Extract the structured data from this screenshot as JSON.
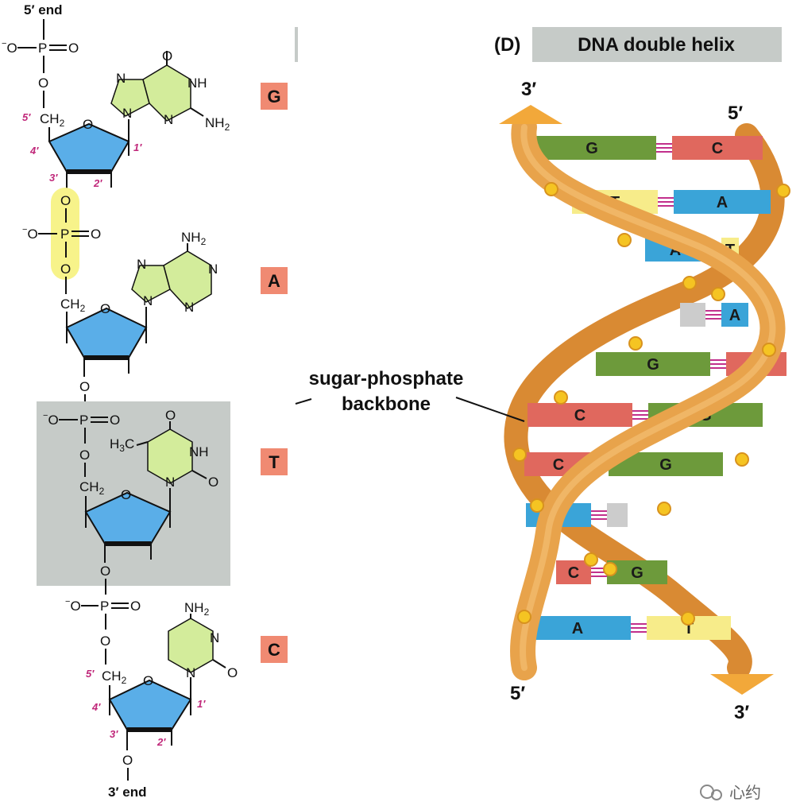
{
  "strand": {
    "five_end": "5′ end",
    "three_end": "3′ end",
    "o_minus": "O",
    "minus": "−",
    "p": "P",
    "o": "O",
    "ch2": "CH",
    "ch2_sub": "2",
    "ring_o": "O",
    "n": "N",
    "nh": "NH",
    "nh2": "NH",
    "nh2_sub": "2",
    "h3c": "H",
    "h3c_sub": "3",
    "h3c_c": "C",
    "carbon_labels": {
      "c5": "5′",
      "c4": "4′",
      "c3": "3′",
      "c2": "2′",
      "c1": "1′"
    }
  },
  "bases": [
    "G",
    "A",
    "T",
    "C"
  ],
  "panel": {
    "letter": "(D)",
    "title": "DNA double helix"
  },
  "helix": {
    "top_left": "3′",
    "top_right": "5′",
    "bottom_left": "5′",
    "bottom_right": "3′",
    "pairs": [
      {
        "left": "G",
        "right": "C"
      },
      {
        "left": "T",
        "right": "A"
      },
      {
        "left": "A",
        "right": "T"
      },
      {
        "left": "",
        "right": "A"
      },
      {
        "left": "G",
        "right": "C"
      },
      {
        "left": "C",
        "right": "G"
      },
      {
        "left": "C",
        "right": "G"
      },
      {
        "left": "A",
        "right": ""
      },
      {
        "left": "C",
        "right": "G"
      },
      {
        "left": "A",
        "right": "T"
      }
    ],
    "callout_line1": "sugar-phosphate",
    "callout_line2": "backbone"
  },
  "watermark": "心约",
  "colors": {
    "sugar": "#5aaee8",
    "base_ring": "#d3ec9b",
    "badge": "#f08a72",
    "highlight": "#f7f38a",
    "gray_box": "#c6cbc8",
    "backbone": "#e8a34b",
    "phosphate": "#f5c422",
    "G": "#6d9a3b",
    "C": "#e0685e",
    "T": "#f7ec8a",
    "A": "#3aa4d8",
    "bond": "#c2308c"
  }
}
